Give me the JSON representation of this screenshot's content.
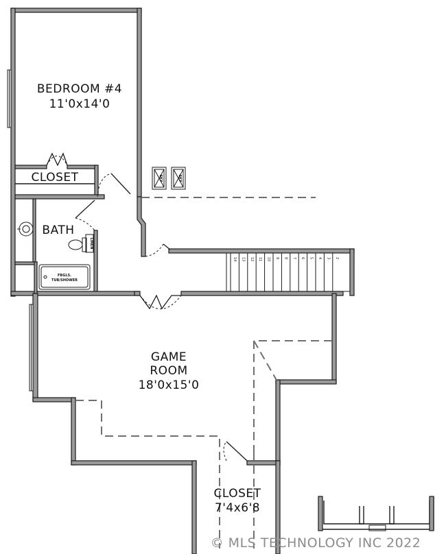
{
  "rooms": {
    "bedroom4": {
      "name": "BEDROOM #4",
      "size": "11'0x14'0"
    },
    "closet_upper": {
      "name": "CLOSET"
    },
    "bath": {
      "name": "BATH"
    },
    "game_room": {
      "name_line1": "GAME",
      "name_line2": "ROOM",
      "size": "18'0x15'0"
    },
    "closet_lower": {
      "name": "CLOSET",
      "size": "7'4x6'8"
    }
  },
  "fixtures": {
    "tub": {
      "line1": "FBGLS.",
      "line2": "TUB/SHOWER"
    },
    "linen": "LINEN",
    "skylight_1": "SKY",
    "skylight_2": "SKY"
  },
  "stairs": {
    "step_numbers": [
      "14",
      "13",
      "12",
      "11",
      "10",
      "9",
      "8",
      "7",
      "6",
      "5",
      "4",
      "3",
      "2"
    ]
  },
  "copyright": "© MLS TECHNOLOGY INC 2022"
}
